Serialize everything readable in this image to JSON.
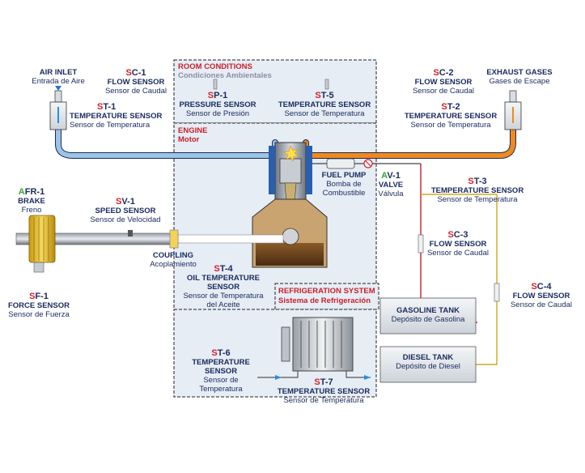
{
  "room": {
    "title": "ROOM CONDITIONS",
    "subtitle": "Condiciones Ambientales"
  },
  "engine": {
    "title": "ENGINE",
    "subtitle": "Motor"
  },
  "refrigeration": {
    "title": "REFRIGERATION SYSTEM",
    "subtitle": "Sistema de Refrigeración"
  },
  "air_inlet": {
    "title": "AIR INLET",
    "subtitle": "Entrada de Aire"
  },
  "exhaust": {
    "title": "EXHAUST GASES",
    "subtitle": "Gases de Escape"
  },
  "sc1": {
    "prefix": "S",
    "suffix": "C-1",
    "name": "FLOW SENSOR",
    "desc": "Sensor de Caudal"
  },
  "st1": {
    "prefix": "S",
    "suffix": "T-1",
    "name": "TEMPERATURE SENSOR",
    "desc": "Sensor de Temperatura"
  },
  "sp1": {
    "prefix": "S",
    "suffix": "P-1",
    "name": "PRESSURE SENSOR",
    "desc": "Sensor de Presión"
  },
  "st5": {
    "prefix": "S",
    "suffix": "T-5",
    "name": "TEMPERATURE SENSOR",
    "desc": "Sensor de Temperatura"
  },
  "sc2": {
    "prefix": "S",
    "suffix": "C-2",
    "name": "FLOW SENSOR",
    "desc": "Sensor de Caudal"
  },
  "st2": {
    "prefix": "S",
    "suffix": "T-2",
    "name": "TEMPERATURE SENSOR",
    "desc": "Sensor de Temperatura"
  },
  "afr1": {
    "prefix": "A",
    "suffix": "FR-1",
    "name": "BRAKE",
    "desc": "Freno"
  },
  "sv1": {
    "prefix": "S",
    "suffix": "V-1",
    "name": "SPEED SENSOR",
    "desc": "Sensor de Velocidad"
  },
  "coupling": {
    "name": "COUPLING",
    "desc": "Acoplamiento"
  },
  "st4": {
    "prefix": "S",
    "suffix": "T-4",
    "name1": "OIL TEMPERATURE",
    "name2": "SENSOR",
    "desc1": "Sensor de Temperatura",
    "desc2": "del Aceite"
  },
  "sf1": {
    "prefix": "S",
    "suffix": "F-1",
    "name": "FORCE SENSOR",
    "desc": "Sensor de Fuerza"
  },
  "fuel_pump": {
    "name": "FUEL PUMP",
    "desc1": "Bomba de",
    "desc2": "Combustible"
  },
  "av1": {
    "prefix": "A",
    "suffix": "V-1",
    "name": "VALVE",
    "desc": "Válvula"
  },
  "st3": {
    "prefix": "S",
    "suffix": "T-3",
    "name": "TEMPERATURE SENSOR",
    "desc": "Sensor de Temperatura"
  },
  "sc3": {
    "prefix": "S",
    "suffix": "C-3",
    "name": "FLOW SENSOR",
    "desc": "Sensor de Caudal"
  },
  "sc4": {
    "prefix": "S",
    "suffix": "C-4",
    "name": "FLOW SENSOR",
    "desc": "Sensor de Caudal"
  },
  "gasoline_tank": {
    "name": "GASOLINE TANK",
    "desc": "Depósito de Gasolina"
  },
  "diesel_tank": {
    "name": "DIESEL TANK",
    "desc": "Depósito de Diesel"
  },
  "st6": {
    "prefix": "S",
    "suffix": "T-6",
    "name1": "TEMPERATURE",
    "name2": "SENSOR",
    "desc1": "Sensor de",
    "desc2": "Temperatura"
  },
  "st7": {
    "prefix": "S",
    "suffix": "T-7",
    "name": "TEMPERATURE SENSOR",
    "desc": "Sensor de Temperatura"
  },
  "colors": {
    "air": "#9cc4e6",
    "exhaust": "#f08a1c",
    "outline": "#1a2a5e",
    "accent": "#d6202a",
    "panel": "#e6edf5"
  }
}
